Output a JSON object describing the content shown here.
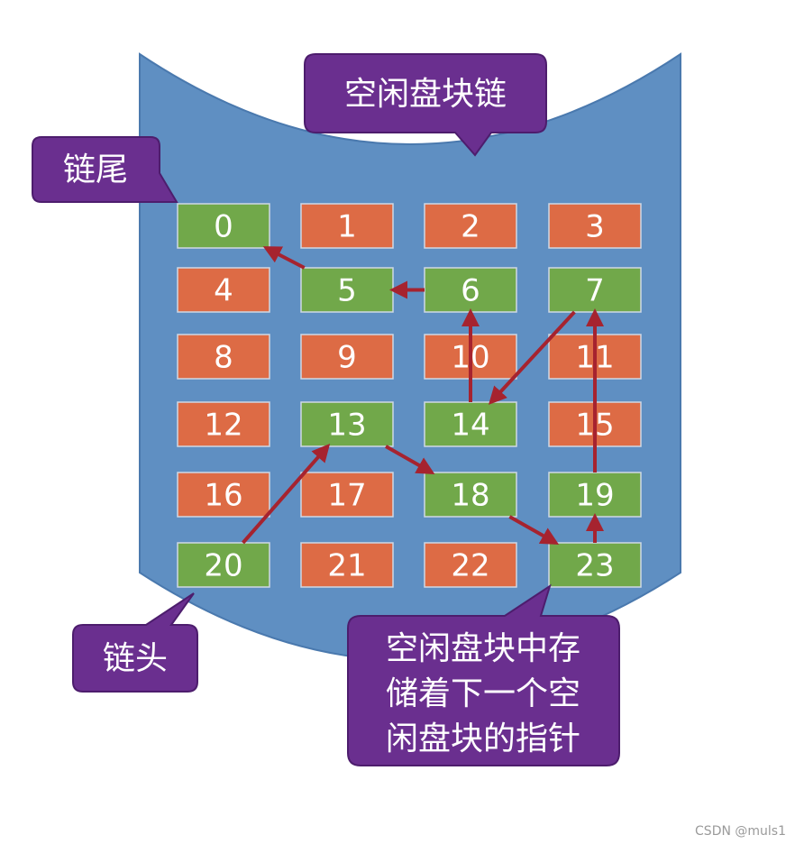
{
  "colors": {
    "cylinder": "#5f8fc2",
    "cylinder_stroke": "#4a79ae",
    "free_block": "#71a84a",
    "used_block": "#dd6b45",
    "block_border": "#cfd8e5",
    "arrow": "#a6232f",
    "callout": "#6a2f8f",
    "callout_stroke": "#4d1d6d"
  },
  "blocks": [
    {
      "id": "0",
      "free": true
    },
    {
      "id": "1",
      "free": false
    },
    {
      "id": "2",
      "free": false
    },
    {
      "id": "3",
      "free": false
    },
    {
      "id": "4",
      "free": false
    },
    {
      "id": "5",
      "free": true
    },
    {
      "id": "6",
      "free": true
    },
    {
      "id": "7",
      "free": true
    },
    {
      "id": "8",
      "free": false
    },
    {
      "id": "9",
      "free": false
    },
    {
      "id": "10",
      "free": false
    },
    {
      "id": "11",
      "free": false
    },
    {
      "id": "12",
      "free": false
    },
    {
      "id": "13",
      "free": true
    },
    {
      "id": "14",
      "free": true
    },
    {
      "id": "15",
      "free": false
    },
    {
      "id": "16",
      "free": false
    },
    {
      "id": "17",
      "free": false
    },
    {
      "id": "18",
      "free": true
    },
    {
      "id": "19",
      "free": true
    },
    {
      "id": "20",
      "free": true
    },
    {
      "id": "21",
      "free": false
    },
    {
      "id": "22",
      "free": false
    },
    {
      "id": "23",
      "free": true
    }
  ],
  "chain": [
    "20",
    "13",
    "18",
    "23",
    "19",
    "7",
    "14",
    "6",
    "5",
    "0"
  ],
  "callouts": {
    "title": "空闲盘块链",
    "tail": "链尾",
    "head": "链头",
    "note_lines": [
      "空闲盘块中存",
      "储着下一个空",
      "闲盘块的指针"
    ]
  },
  "watermark": "CSDN @muls1"
}
